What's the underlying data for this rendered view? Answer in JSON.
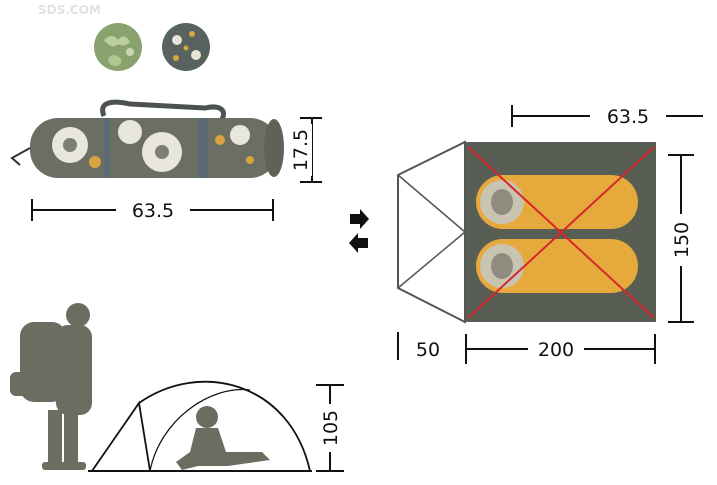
{
  "watermark": "SDS.COM",
  "colors": {
    "swatch_green": "#8aa36e",
    "swatch_grey": "#58625e",
    "tent_floor": "#585e54",
    "bag": "#e6a93c",
    "cross": "#d8262c",
    "person": "#6a6e60"
  },
  "bag": {
    "height_label": "17.5",
    "length_label": "63.5"
  },
  "plan": {
    "top_label": "63.5",
    "side_label": "150",
    "vestibule_label": "50",
    "length_label": "200"
  },
  "profile": {
    "height_label": "105"
  },
  "icons": {
    "arrows": "swap-arrows-icon"
  }
}
